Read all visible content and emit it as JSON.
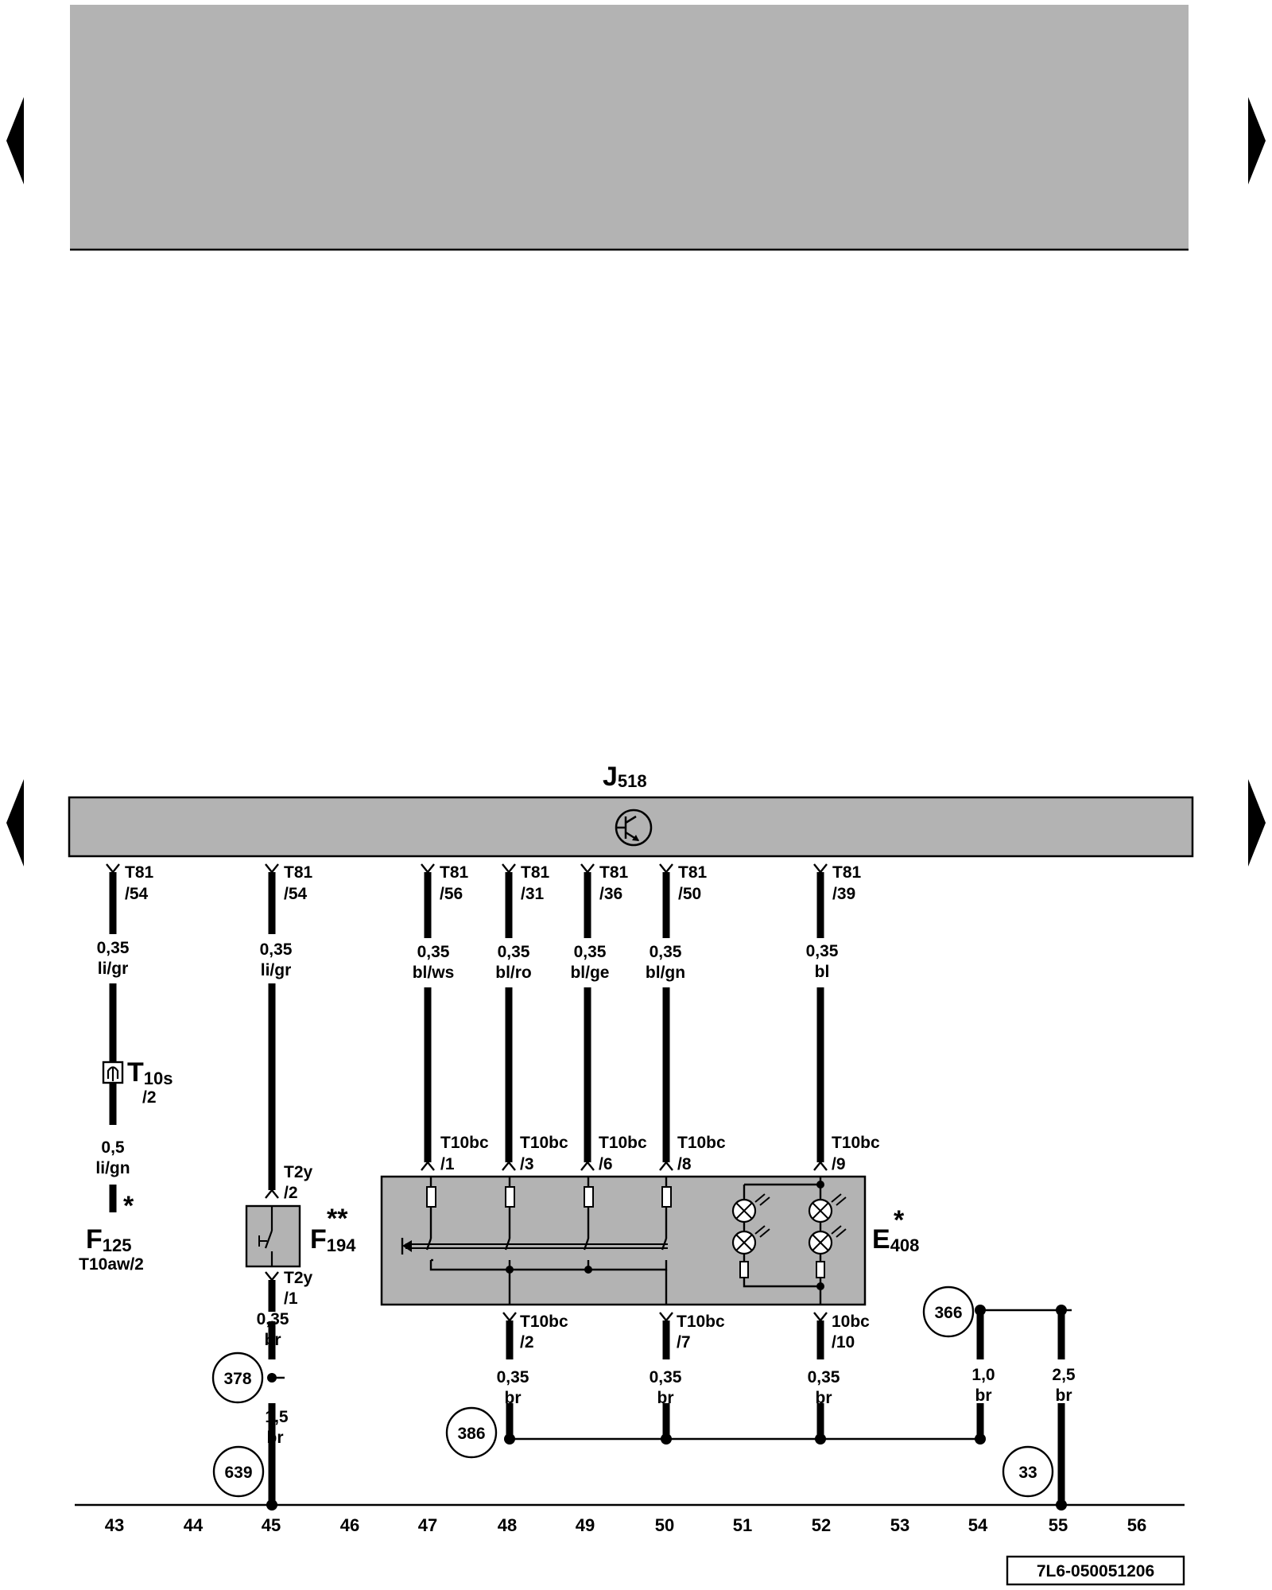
{
  "module": {
    "letter": "J",
    "sub": "518"
  },
  "col_numbers": [
    "43",
    "44",
    "45",
    "46",
    "47",
    "48",
    "49",
    "50",
    "51",
    "52",
    "53",
    "54",
    "55",
    "56"
  ],
  "wires_top": [
    {
      "pin1": "T81",
      "pin2": "/54",
      "size": "0,35",
      "color": "li/gr"
    },
    {
      "pin1": "T81",
      "pin2": "/54",
      "size": "0,35",
      "color": "li/gr"
    },
    {
      "pin1": "T81",
      "pin2": "/56",
      "size": "0,35",
      "color": "bl/ws"
    },
    {
      "pin1": "T81",
      "pin2": "/31",
      "size": "0,35",
      "color": "bl/ro"
    },
    {
      "pin1": "T81",
      "pin2": "/36",
      "size": "0,35",
      "color": "bl/ge"
    },
    {
      "pin1": "T81",
      "pin2": "/50",
      "size": "0,35",
      "color": "bl/gn"
    },
    {
      "pin1": "T81",
      "pin2": "/39",
      "size": "0,35",
      "color": "bl"
    }
  ],
  "connector_t10s": {
    "letter": "T",
    "sub": "10s",
    "pin": "/2"
  },
  "wire_f125": {
    "size": "0,5",
    "color": "li/gn"
  },
  "f125": {
    "star": "*",
    "letter": "F",
    "sub": "125",
    "loc": "T10aw/2"
  },
  "f194": {
    "star": "**",
    "letter": "F",
    "sub": "194",
    "pin_top1": "T2y",
    "pin_top2": "/2",
    "pin_bot1": "T2y",
    "pin_bot2": "/1"
  },
  "wire_45_low": [
    {
      "size": "0,35",
      "color": "br"
    },
    {
      "size": "1,5",
      "color": "br"
    }
  ],
  "e408": {
    "star": "*",
    "letter": "E",
    "sub": "408"
  },
  "e408_pins_top": [
    {
      "p1": "T10bc",
      "p2": "/1"
    },
    {
      "p1": "T10bc",
      "p2": "/3"
    },
    {
      "p1": "T10bc",
      "p2": "/6"
    },
    {
      "p1": "T10bc",
      "p2": "/8"
    },
    {
      "p1": "T10bc",
      "p2": "/9"
    }
  ],
  "e408_pins_bottom": [
    {
      "p1": "T10bc",
      "p2": "/2"
    },
    {
      "p1": "T10bc",
      "p2": "/7"
    },
    {
      "p1": "10bc",
      "p2": "/10"
    }
  ],
  "ground_wires": [
    {
      "size": "0,35",
      "color": "br"
    },
    {
      "size": "0,35",
      "color": "br"
    },
    {
      "size": "0,35",
      "color": "br"
    },
    {
      "size": "1,0",
      "color": "br"
    },
    {
      "size": "2,5",
      "color": "br"
    }
  ],
  "refs": {
    "r366": "366",
    "r378": "378",
    "r386": "386",
    "r639": "639",
    "r33": "33"
  },
  "doc_id": "7L6-050051206"
}
